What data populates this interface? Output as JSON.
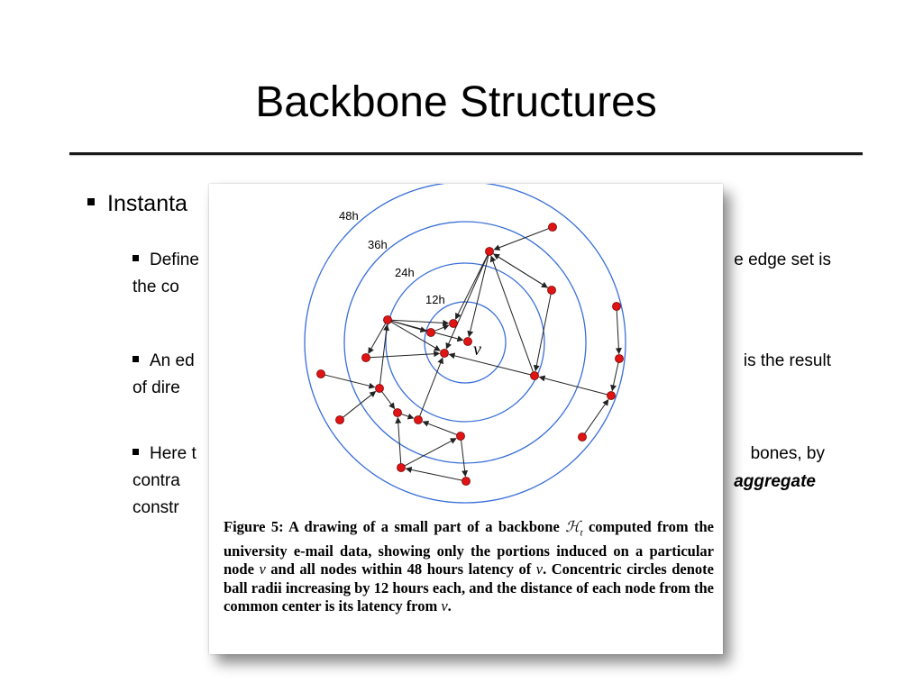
{
  "slide": {
    "title": "Backbone Structures",
    "bullet1": "Instanta",
    "sub1_line1": "Define",
    "sub1_line2": "the co",
    "sub1_right": "e edge set is",
    "sub2_line1": "An ed",
    "sub2_line2": "of dire",
    "sub2_right": "is the result",
    "sub3_line1": "Here t",
    "sub3_line2": "contra",
    "sub3_line3": "constr",
    "sub3_right1": "bones, by",
    "sub3_right2": "aggregate"
  },
  "figure": {
    "ring_labels": [
      "48h",
      "36h",
      "24h",
      "12h"
    ],
    "center_label": "v",
    "colors": {
      "ring": "#3a6fd8",
      "node": "#e01414",
      "node_stroke": "#7a0000",
      "edge": "#222222"
    },
    "caption_parts": [
      "Figure 5: A drawing of a small part of a backbone ",
      "ℋ",
      "t",
      " computed from the university e-mail data, showing only the portions induced on a particular node ",
      "v",
      " and all nodes within 48 hours latency of ",
      "v",
      ". Concentric circles denote ball radii increasing by 12 hours each, and the distance of each node from the common center is its latency from ",
      "v",
      "."
    ]
  }
}
